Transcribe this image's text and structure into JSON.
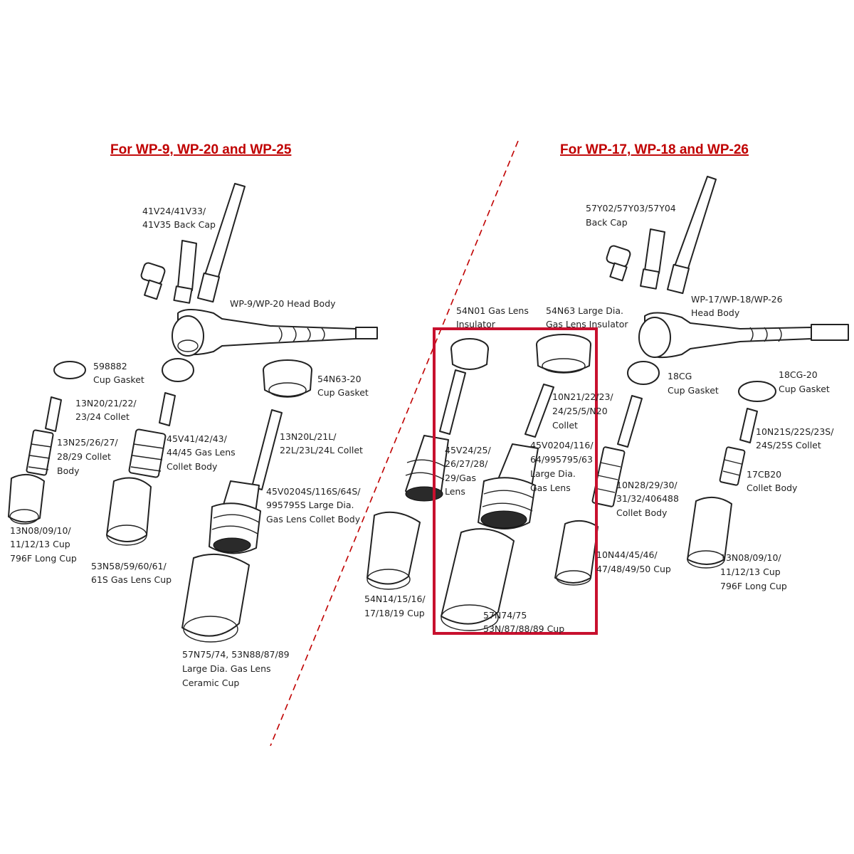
{
  "headings": {
    "left": "For  WP-9, WP-20 and WP-25",
    "right": "For  WP-17, WP-18 and WP-26"
  },
  "left_labels": {
    "back_cap": [
      "41V24/41V33/",
      "41V35 Back Cap"
    ],
    "head_body": [
      "WP-9/WP-20 Head Body"
    ],
    "cup_gasket": [
      "598882",
      "Cup Gasket"
    ],
    "collet": [
      "13N20/21/22/",
      "23/24 Collet"
    ],
    "collet_body": [
      "13N25/26/27/",
      "28/29 Collet",
      "Body"
    ],
    "gas_lens": [
      "45V41/42/43/",
      "44/45 Gas Lens",
      "Collet Body"
    ],
    "cup": [
      "13N08/09/10/",
      "11/12/13 Cup",
      "796F Long  Cup"
    ],
    "gas_lens_cup": [
      "53N58/59/60/61/",
      "61S  Gas Lens  Cup"
    ],
    "large_gasket": [
      "54N63-20",
      "Cup Gasket"
    ],
    "long_collet": [
      "13N20L/21L/",
      "22L/23L/24L Collet"
    ],
    "large_collet_body": [
      "45V0204S/116S/64S/",
      "995795S Large Dia.",
      "Gas Lens Collet Body"
    ],
    "ceramic_cup": [
      "57N75/74, 53N88/87/89",
      "Large Dia. Gas Lens",
      "Ceramic Cup"
    ]
  },
  "right_labels": {
    "back_cap": [
      "57Y02/57Y03/57Y04",
      "Back Cap"
    ],
    "head_body": [
      "WP-17/WP-18/WP-26",
      "Head Body"
    ],
    "gas_lens_insulator": [
      "54N01 Gas Lens",
      "Insulator"
    ],
    "large_insulator": [
      "54N63 Large Dia.",
      "Gas Lens Insulator"
    ],
    "gas_lens": [
      "45V24/25/",
      "26/27/28/",
      "29/Gas",
      "Lens"
    ],
    "collet_20": [
      "10N21/22/23/",
      "24/25/5/N20",
      "Collet"
    ],
    "large_gas_lens": [
      "45V0204/116/",
      "64/995795/63",
      "Large Dia.",
      "Gas Lens"
    ],
    "cup_left": [
      "54N14/15/16/",
      "17/18/19 Cup"
    ],
    "ceramic_cup": [
      "57N74/75",
      "53N/87/88/89 Cup"
    ],
    "cup_gasket_18": [
      "18CG",
      "Cup Gasket"
    ],
    "cup_gasket_18_20": [
      "18CG-20",
      "Cup Gasket"
    ],
    "collet_body_mid": [
      "10N28/29/30/",
      "31/32/406488",
      "Collet Body"
    ],
    "cup_mid": [
      "10N44/45/46/",
      "47/48/49/50 Cup"
    ],
    "collet_s": [
      "10N21S/22S/23S/",
      "24S/25S Collet"
    ],
    "collet_body_right": [
      "17CB20",
      "Collet Body"
    ],
    "cup_right": [
      "13N08/09/10/",
      "11/12/13 Cup",
      "796F Long  Cup"
    ]
  },
  "colors": {
    "heading": "#c00000",
    "highlight_box": "#c8102e",
    "divider": "#c00000",
    "ink": "#222222"
  }
}
